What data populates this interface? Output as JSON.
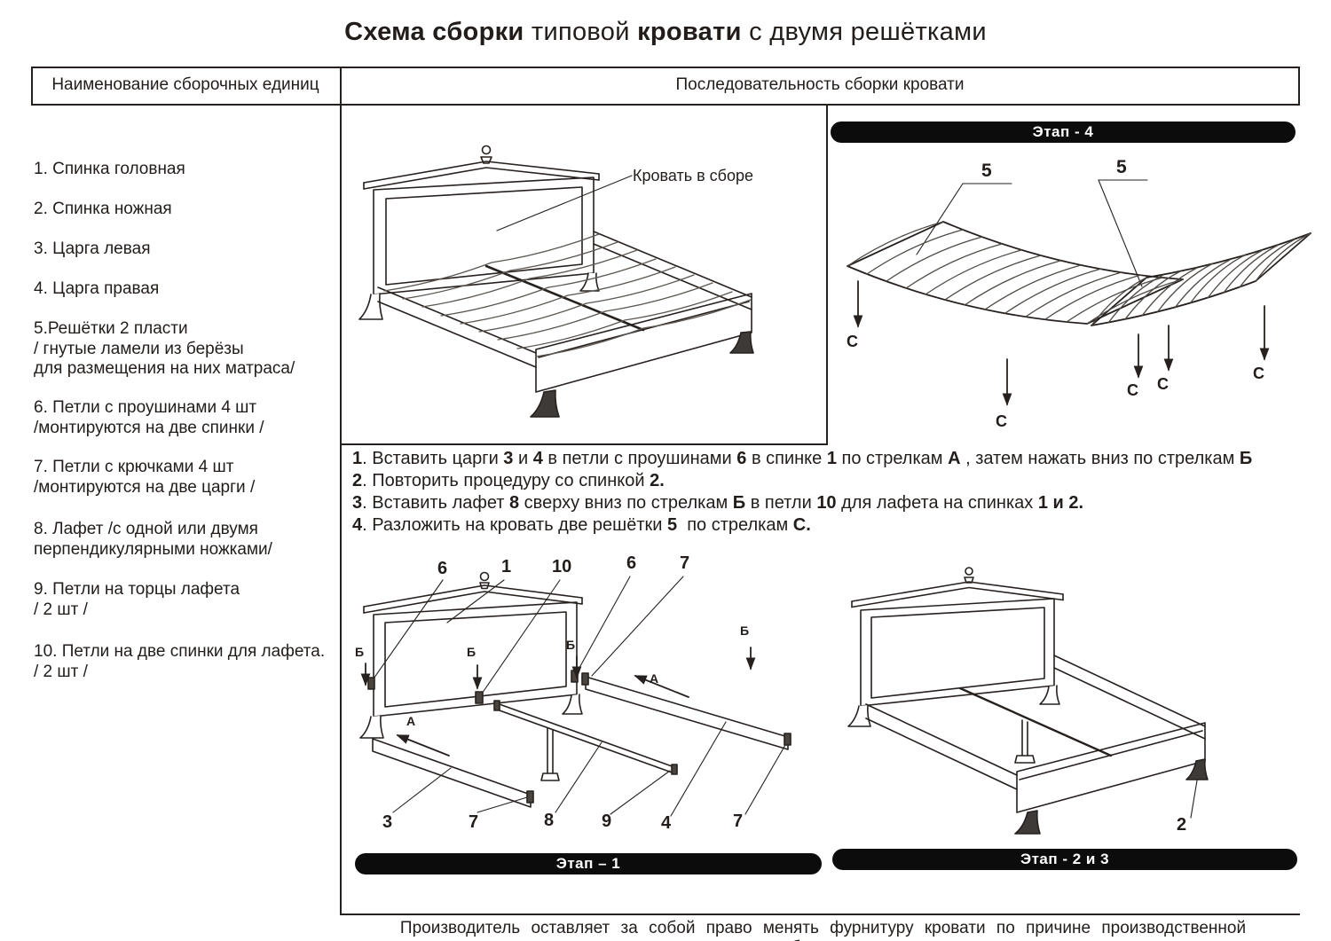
{
  "title": {
    "segments": [
      {
        "t": "Схема сборки",
        "b": true
      },
      {
        "t": " типовой ",
        "b": false
      },
      {
        "t": "кровати",
        "b": true
      },
      {
        "t": " с двумя решётками",
        "b": false
      }
    ]
  },
  "columns": {
    "left_header": "Наименование  сборочных единиц",
    "right_header": "Последовательность сборки кровати"
  },
  "parts_list": [
    {
      "lines": [
        "1.   Спинка головная"
      ]
    },
    {
      "lines": [
        "2. Спинка ножная"
      ]
    },
    {
      "lines": [
        "3. Царга левая"
      ]
    },
    {
      "lines": [
        "4. Царга правая"
      ]
    },
    {
      "lines": [
        "5.Решётки  2 пласти",
        "/ гнутые ламели из берёзы",
        "для размещения на них матраса/"
      ]
    },
    {
      "lines": [
        "6. Петли с проушинами 4 шт",
        "/монтируются на две спинки /"
      ]
    },
    {
      "lines": [
        "7. Петли с крючками 4 шт",
        "/монтируются на две царги /"
      ]
    },
    {
      "lines": [
        "8. Лафет /с одной или двумя",
        "перпендикулярными ножками/"
      ]
    },
    {
      "lines": [
        "9. Петли на торцы лафета",
        "/ 2 шт /"
      ]
    },
    {
      "lines": [
        "10. Петли на две спинки для лафета.",
        "/ 2 шт /"
      ]
    }
  ],
  "assembled": {
    "callout": "Кровать в сборе"
  },
  "stages": {
    "stage4_badge": "Этап -  4",
    "stage1_badge": "Этап – 1",
    "stage23_badge": "Этап -  2 и 3"
  },
  "instructions": [
    {
      "segments": [
        {
          "t": "1",
          "b": true
        },
        {
          "t": ". Вставить царги ",
          "b": false
        },
        {
          "t": "3",
          "b": true
        },
        {
          "t": " и ",
          "b": false
        },
        {
          "t": "4",
          "b": true
        },
        {
          "t": " в петли с проушинами ",
          "b": false
        },
        {
          "t": "6",
          "b": true
        },
        {
          "t": " в спинке ",
          "b": false
        },
        {
          "t": "1",
          "b": true
        },
        {
          "t": " по стрелкам ",
          "b": false
        },
        {
          "t": "А",
          "b": true
        },
        {
          "t": " , затем нажать вниз по стрелкам ",
          "b": false
        },
        {
          "t": "Б",
          "b": true
        }
      ]
    },
    {
      "segments": [
        {
          "t": "2",
          "b": true
        },
        {
          "t": ". Повторить процедуру со спинкой ",
          "b": false
        },
        {
          "t": "2.",
          "b": true
        }
      ]
    },
    {
      "segments": [
        {
          "t": "3",
          "b": true
        },
        {
          "t": ". Вставить лафет ",
          "b": false
        },
        {
          "t": "8",
          "b": true
        },
        {
          "t": " сверху вниз по стрелкам ",
          "b": false
        },
        {
          "t": "Б",
          "b": true
        },
        {
          "t": " в петли ",
          "b": false
        },
        {
          "t": "10",
          "b": true
        },
        {
          "t": " для лафета на спинках ",
          "b": false
        },
        {
          "t": "1 и 2.",
          "b": true
        }
      ]
    },
    {
      "segments": [
        {
          "t": "4",
          "b": true
        },
        {
          "t": ". Разложить на кровать две решётки ",
          "b": false
        },
        {
          "t": "5",
          "b": true
        },
        {
          "t": "  по стрелкам ",
          "b": false
        },
        {
          "t": "С.",
          "b": true
        }
      ]
    }
  ],
  "diagram_labels": {
    "stage4": {
      "fives": [
        "5",
        "5"
      ],
      "c": [
        "С",
        "С",
        "С",
        "С",
        "С"
      ]
    },
    "stage1": {
      "top": [
        "6",
        "1",
        "10",
        "6",
        "7"
      ],
      "bottom": [
        "3",
        "7",
        "8",
        "9",
        "4",
        "7"
      ],
      "b": [
        "Б",
        "Б",
        "Б",
        "Б"
      ],
      "a": [
        "А",
        "А"
      ]
    },
    "stage23": {
      "part": "2"
    }
  },
  "footer": "Производитель оставляет за собой право менять фурнитуру кровати по причине производственной необходимости"
}
